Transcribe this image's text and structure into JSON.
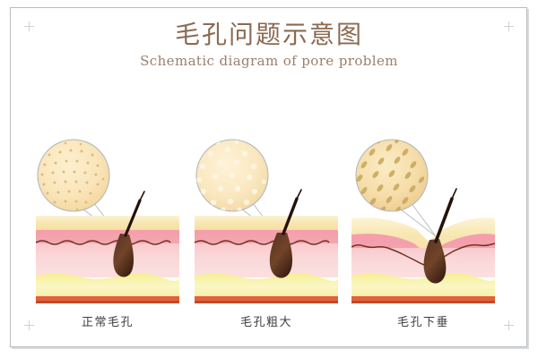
{
  "poster": {
    "title_cn": "毛孔问题示意图",
    "title_en": "Schematic diagram of pore problem",
    "title_color": "#8a6a52",
    "subtitle_color": "#9b7e6c",
    "background": "#ffffff",
    "frame_color": "#b9bcbe",
    "corner_marks": 4
  },
  "skin_colors": {
    "epidermis_top": "#f7e6b2",
    "epidermis_highlight": "#fdf4d8",
    "dermis_pink": "#f49fab",
    "dermis_pink_light": "#f9c6cb",
    "wavy_line": "#6f3322",
    "dermis_mid": "#f7ced2",
    "dermis_low": "#fae0e0",
    "fat_yellow": "#f6ef86",
    "fat_yellow_light": "#fbf8c7",
    "base_orange": "#e2603a",
    "base_dark": "#b8452a",
    "follicle_dark": "#3b2117",
    "follicle_mid": "#6b4331",
    "hair_shaft": "#241209",
    "bubble_fill": "#f9e3b6",
    "bubble_fill_light": "#fdf0cf",
    "bubble_stroke": "#b5b8ba",
    "pore_dot_small": "#d8b878",
    "pore_dot_large": "#fdf6e0",
    "pore_dot_sag": "#c9a961"
  },
  "panels": [
    {
      "id": "normal-pore",
      "label": "正常毛孔",
      "pore_type": "small-uniform-dots",
      "pore_count": 52,
      "surface": "flat",
      "bubble_fill": "#f9e3b6",
      "description": "Normal pore: dense tiny even dots"
    },
    {
      "id": "enlarged-pore",
      "label": "毛孔粗大",
      "pore_type": "large-light-dots",
      "pore_count": 26,
      "surface": "flat",
      "bubble_fill": "#fae8c1",
      "description": "Enlarged pore: fewer, bigger pale dots"
    },
    {
      "id": "sagging-pore",
      "label": "毛孔下垂",
      "pore_type": "elongated-tilted-ovals",
      "pore_count": 24,
      "surface": "depressed",
      "bubble_fill": "#f6ddaa",
      "description": "Sagging pore: tilted teardrop shaped pores"
    }
  ]
}
